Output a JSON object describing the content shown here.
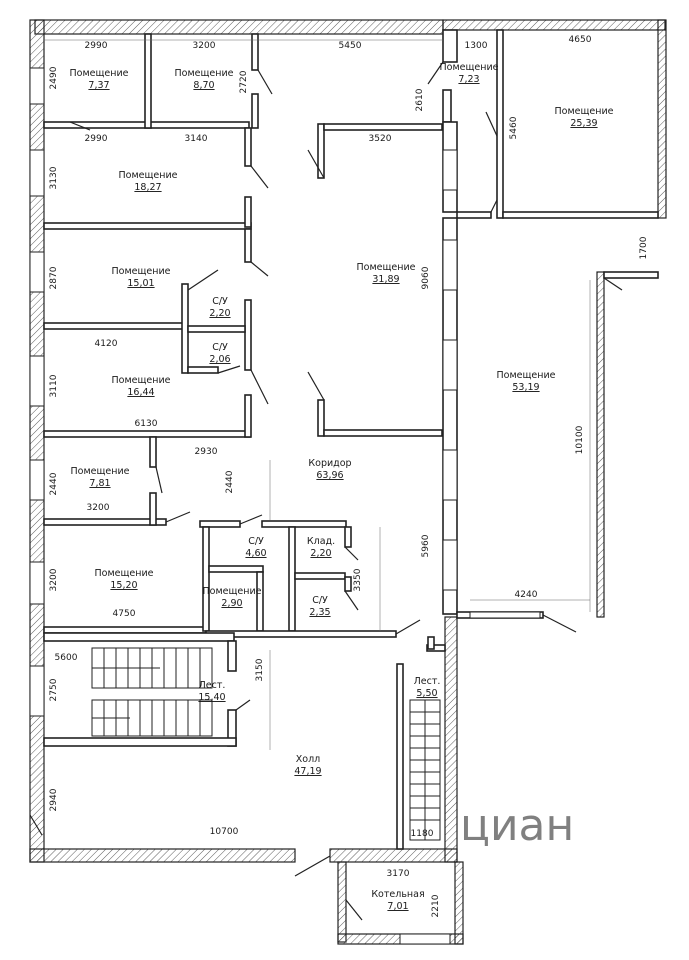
{
  "watermark": "циан",
  "rooms": [
    {
      "id": "r1",
      "name": "Помещение",
      "area": "7,37"
    },
    {
      "id": "r2",
      "name": "Помещение",
      "area": "8,70"
    },
    {
      "id": "r3",
      "name": "Помещение",
      "area": "7,23"
    },
    {
      "id": "r4",
      "name": "Помещение",
      "area": "25,39"
    },
    {
      "id": "r5",
      "name": "Помещение",
      "area": "18,27"
    },
    {
      "id": "r6",
      "name": "Помещение",
      "area": "31,89"
    },
    {
      "id": "r7",
      "name": "Помещение",
      "area": "15,01"
    },
    {
      "id": "r8",
      "name": "С/У",
      "area": "2,20"
    },
    {
      "id": "r9",
      "name": "С/У",
      "area": "2,06"
    },
    {
      "id": "r10",
      "name": "Помещение",
      "area": "16,44"
    },
    {
      "id": "r11",
      "name": "Помещение",
      "area": "53,19"
    },
    {
      "id": "r12",
      "name": "Коридор",
      "area": "63,96"
    },
    {
      "id": "r13",
      "name": "Помещение",
      "area": "7,81"
    },
    {
      "id": "r14",
      "name": "С/У",
      "area": "4,60"
    },
    {
      "id": "r15",
      "name": "Клад.",
      "area": "2,20"
    },
    {
      "id": "r16",
      "name": "Помещение",
      "area": "15,20"
    },
    {
      "id": "r17",
      "name": "Помещение",
      "area": "2,90"
    },
    {
      "id": "r18",
      "name": "С/У",
      "area": "2,35"
    },
    {
      "id": "r19",
      "name": "Лест.",
      "area": "15,40"
    },
    {
      "id": "r20",
      "name": "Лест.",
      "area": "5,50"
    },
    {
      "id": "r21",
      "name": "Холл",
      "area": "47,19"
    },
    {
      "id": "r22",
      "name": "Котельная",
      "area": "7,01"
    }
  ],
  "dimensions": [
    "2990",
    "3200",
    "5450",
    "1300",
    "4650",
    "2490",
    "2720",
    "2610",
    "5460",
    "2990",
    "3140",
    "3520",
    "3130",
    "1700",
    "9060",
    "2870",
    "4120",
    "3110",
    "10100",
    "6130",
    "2930",
    "2440",
    "2440",
    "3200",
    "5960",
    "3200",
    "3350",
    "4750",
    "4240",
    "5600",
    "3150",
    "2750",
    "2940",
    "10700",
    "1180",
    "3170",
    "2210"
  ]
}
